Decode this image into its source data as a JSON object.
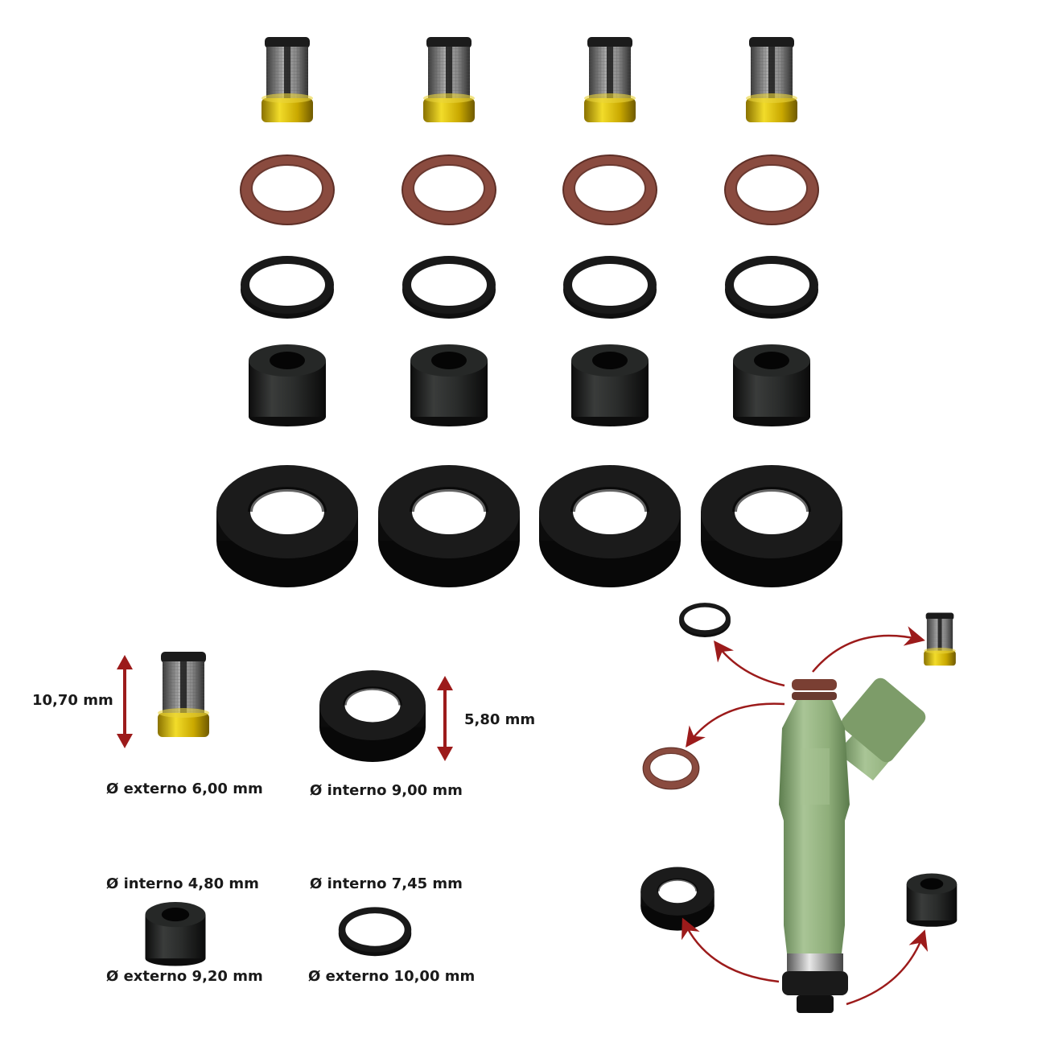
{
  "product_grid": {
    "columns": 4,
    "rows": [
      "filter-basket",
      "brown-oring",
      "thin-black-ring",
      "small-cylinder-seal",
      "large-cushion-ring"
    ]
  },
  "specs": {
    "filter_height": "10,70 mm",
    "filter_outer": "externo 6,00 mm",
    "cushion_height": "5,80 mm",
    "cushion_inner": "interno 9,00 mm",
    "small_seal_inner": "interno 4,80 mm",
    "small_seal_outer": "externo 9,20 mm",
    "ring_inner": "interno 7,45 mm",
    "ring_outer": "externo 10,00 mm",
    "diameter_symbol": "Ø"
  },
  "colors": {
    "brass": "#c9a800",
    "mesh": "#8d8d8d",
    "brown_oring": "#8a4b3f",
    "rubber": "#141414",
    "injector_green": "#8fae7a",
    "arrow_red": "#9c1b1b"
  },
  "icons": [
    "up-down-arrow-icon",
    "curved-arrow-icon"
  ]
}
